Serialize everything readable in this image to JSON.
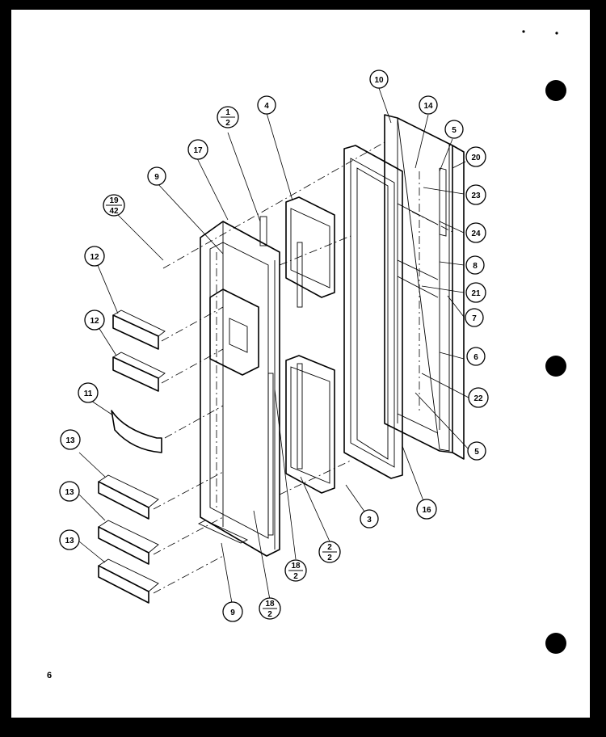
{
  "page": {
    "number": "6"
  },
  "colors": {
    "ink": "#000000",
    "paper": "#ffffff",
    "frame": "#000000"
  },
  "callouts": [
    {
      "id": "c10",
      "label": "10"
    },
    {
      "id": "c14",
      "label": "14"
    },
    {
      "id": "c5a",
      "label": "5"
    },
    {
      "id": "c20",
      "label": "20"
    },
    {
      "id": "c23",
      "label": "23"
    },
    {
      "id": "c24",
      "label": "24"
    },
    {
      "id": "c8",
      "label": "8"
    },
    {
      "id": "c21",
      "label": "21"
    },
    {
      "id": "c7",
      "label": "7"
    },
    {
      "id": "c6",
      "label": "6"
    },
    {
      "id": "c22",
      "label": "22"
    },
    {
      "id": "c5b",
      "label": "5"
    },
    {
      "id": "c16",
      "label": "16"
    },
    {
      "id": "c3",
      "label": "3"
    },
    {
      "id": "c4",
      "label": "4"
    },
    {
      "id": "c17",
      "label": "17"
    },
    {
      "id": "c9a",
      "label": "9"
    },
    {
      "id": "c12a",
      "label": "12"
    },
    {
      "id": "c12b",
      "label": "12"
    },
    {
      "id": "c11",
      "label": "11"
    },
    {
      "id": "c13a",
      "label": "13"
    },
    {
      "id": "c13b",
      "label": "13"
    },
    {
      "id": "c13c",
      "label": "13"
    },
    {
      "id": "c9b",
      "label": "9"
    }
  ],
  "fraction_callouts": [
    {
      "id": "f1_2",
      "top": "1",
      "bottom": "2"
    },
    {
      "id": "f19_42",
      "top": "19",
      "bottom": "42"
    },
    {
      "id": "f2_2",
      "top": "2",
      "bottom": "2"
    },
    {
      "id": "f18_2a",
      "top": "18",
      "bottom": "2"
    },
    {
      "id": "f18_2b",
      "top": "18",
      "bottom": "2"
    }
  ]
}
